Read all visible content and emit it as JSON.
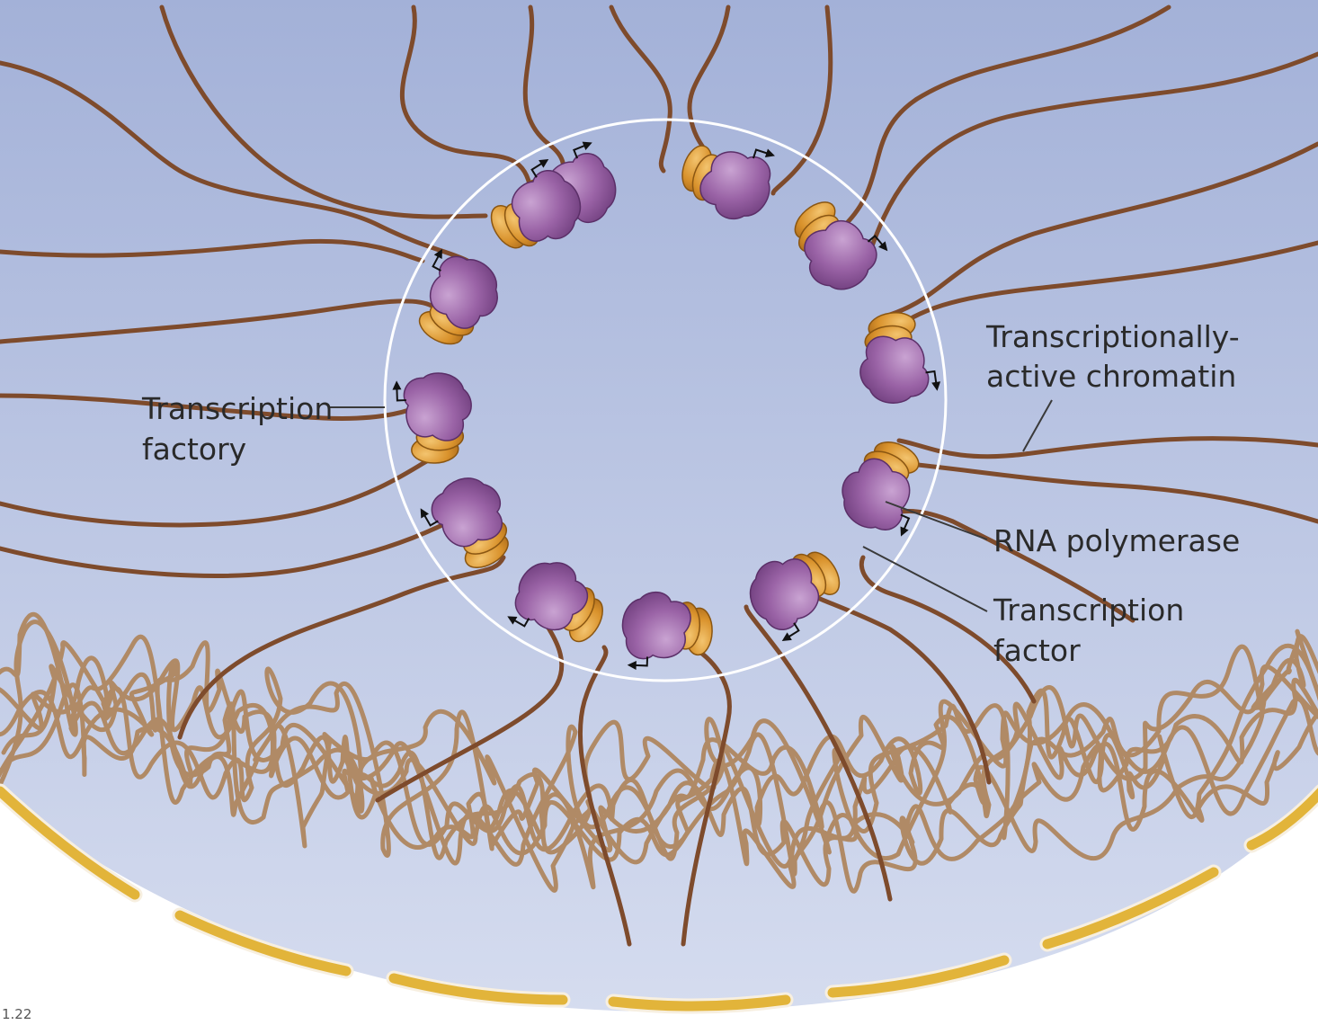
{
  "labels": {
    "transcription_factory": [
      "Transcription",
      "factory"
    ],
    "active_chromatin": [
      "Transcriptionally-",
      "active chromatin"
    ],
    "rna_polymerase": [
      "RNA polymerase"
    ],
    "transcription_factor": [
      "Transcription",
      "factor"
    ]
  },
  "figure_number": "1.22",
  "colors": {
    "nucleoplasm_top": "#a3b1d8",
    "nucleoplasm_bottom": "#d5dcef",
    "active_chromatin": "#7e4b2c",
    "inactive_chromatin": "#b08a66",
    "rna_polymerase": "#9a63a6",
    "transcription_factor": "#d9922c",
    "nuclear_envelope": "#e2b43a",
    "factory_outline": "#ffffff"
  }
}
